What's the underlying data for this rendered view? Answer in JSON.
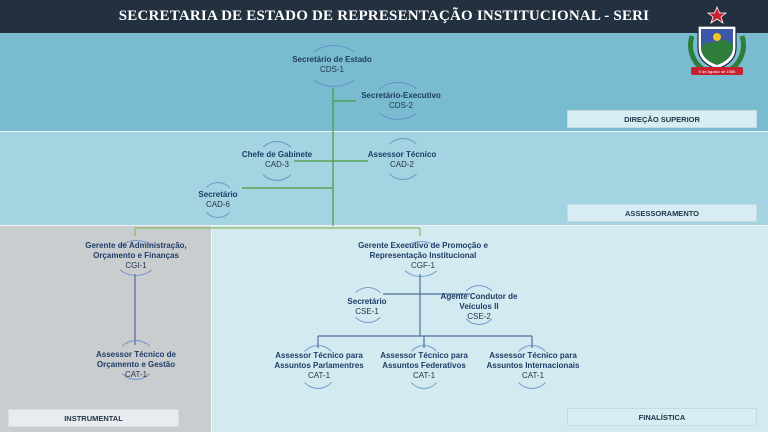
{
  "header": {
    "title": "SECRETARIA DE ESTADO DE REPRESENTAÇÃO INSTITUCIONAL - SERI"
  },
  "sections": {
    "direcao": "DIREÇÃO SUPERIOR",
    "assessoramento": "ASSESSORAMENTO",
    "instrumental": "INSTRUMENTAL",
    "finalistica": "FINALÍSTICA"
  },
  "nodes": {
    "secretario_estado": {
      "line1": "Secretário de Estado",
      "code": "CDS-1"
    },
    "secretario_executivo": {
      "line1": "Secretário-Executivo",
      "code": "CDS-2"
    },
    "chefe_gabinete": {
      "line1": "Chefe de Gabinete",
      "code": "CAD-3"
    },
    "assessor_tecnico": {
      "line1": "Assessor Técnico",
      "code": "CAD-2"
    },
    "secretario_cad6": {
      "line1": "Secretário",
      "code": "CAD-6"
    },
    "gerente_adm": {
      "line1": "Gerente de Administração,",
      "line2": "Orçamento e Finanças",
      "code": "CGI-1"
    },
    "assessor_orcamento": {
      "line1": "Assessor Técnico de",
      "line2": "Orçamento e Gestão",
      "code": "CAT-1"
    },
    "gerente_exec": {
      "line1": "Gerente Executivo de Promoção e",
      "line2": "Representação Institucional",
      "code": "CGF-1"
    },
    "secretario_cse1": {
      "line1": "Secretário",
      "code": "CSE-1"
    },
    "agente_condutor": {
      "line1": "Agente Condutor de",
      "line2": "Veículos II",
      "code": "CSE-2"
    },
    "assessor_parlamentres": {
      "line1": "Assessor Técnico para",
      "line2": "Assuntos Parlamentres",
      "code": "CAT-1"
    },
    "assessor_federativos": {
      "line1": "Assessor Técnico para",
      "line2": "Assuntos Federativos",
      "code": "CAT-1"
    },
    "assessor_internacionais": {
      "line1": "Assessor Técnico para",
      "line2": "Assuntos Internacionais",
      "code": "CAT-1"
    }
  },
  "crest": {
    "motto": "5 de Agosto de 1585",
    "colors": {
      "green": "#2f7d3a",
      "blue": "#3a57a8",
      "red": "#c8202f"
    }
  }
}
